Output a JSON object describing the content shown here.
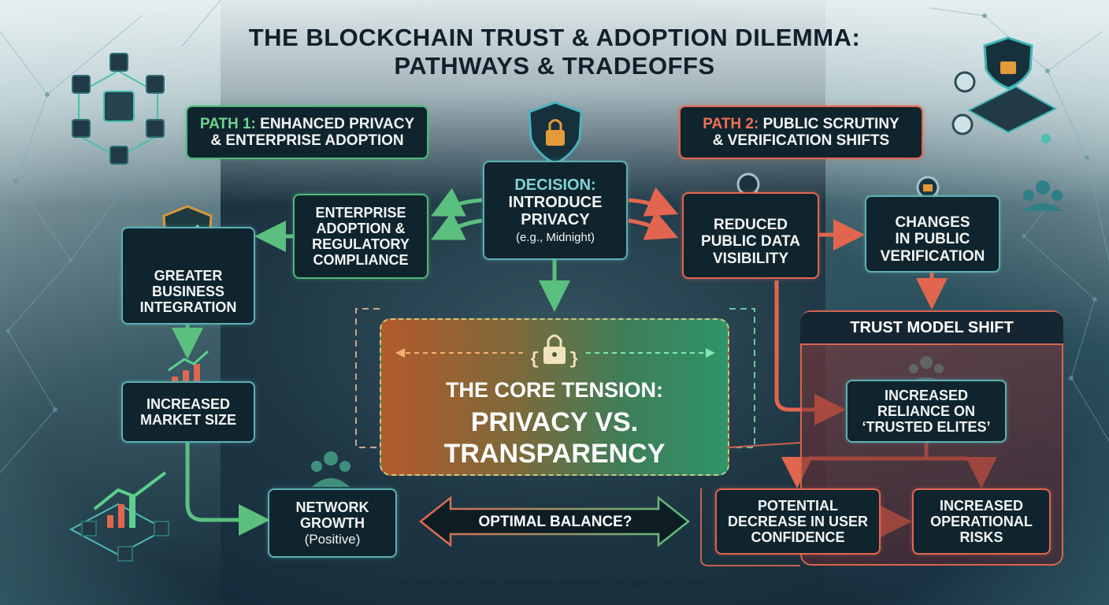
{
  "title": {
    "line1": "THE BLOCKCHAIN TRUST & ADOPTION DILEMMA:",
    "line2": "PATHWAYS & TRADEOFFS"
  },
  "path1": {
    "label": "PATH 1:",
    "text1": "ENHANCED PRIVACY",
    "text2": "& ENTERPRISE ADOPTION"
  },
  "path2": {
    "label": "PATH 2:",
    "text1": "PUBLIC SCRUTINY",
    "text2": "& VERIFICATION SHIFTS"
  },
  "decision": {
    "l1": "DECISION:",
    "l2": "INTRODUCE",
    "l3": "PRIVACY",
    "sub": "(e.g., Midnight)"
  },
  "enterprise": {
    "l1": "ENTERPRISE",
    "l2": "ADOPTION &",
    "l3": "REGULATORY",
    "l4": "COMPLIANCE"
  },
  "business": {
    "l1": "GREATER",
    "l2": "BUSINESS",
    "l3": "INTEGRATION"
  },
  "market": {
    "l1": "INCREASED",
    "l2": "MARKET SIZE"
  },
  "network": {
    "l1": "NETWORK",
    "l2": "GROWTH",
    "sub": "(Positive)"
  },
  "reduced": {
    "l1": "REDUCED",
    "l2": "PUBLIC DATA",
    "l3": "VISIBILITY"
  },
  "changes": {
    "l1": "CHANGES",
    "l2": "IN PUBLIC",
    "l3": "VERIFICATION"
  },
  "trust_shift": "TRUST MODEL SHIFT",
  "reliance": {
    "l1": "INCREASED",
    "l2": "RELIANCE ON",
    "l3": "‘TRUSTED ELITES’"
  },
  "confidence": {
    "l1": "POTENTIAL",
    "l2": "DECREASE IN USER",
    "l3": "CONFIDENCE"
  },
  "operational": {
    "l1": "INCREASED",
    "l2": "OPERATIONAL",
    "l3": "RISKS"
  },
  "core": {
    "l1": "THE CORE TENSION:",
    "l2": "PRIVACY VS.",
    "l3": "TRANSPARENCY"
  },
  "balance": "OPTIMAL BALANCE?",
  "footer": "CONCEPTUAL ANALYSIS: INSPIRED BY ‘MIDNIGHT’S HIDDEN COST’ ARTICLE",
  "colors": {
    "green": "#4fb779",
    "red": "#e2664f",
    "teal": "#5cb0b3",
    "navy": "#10242d"
  }
}
